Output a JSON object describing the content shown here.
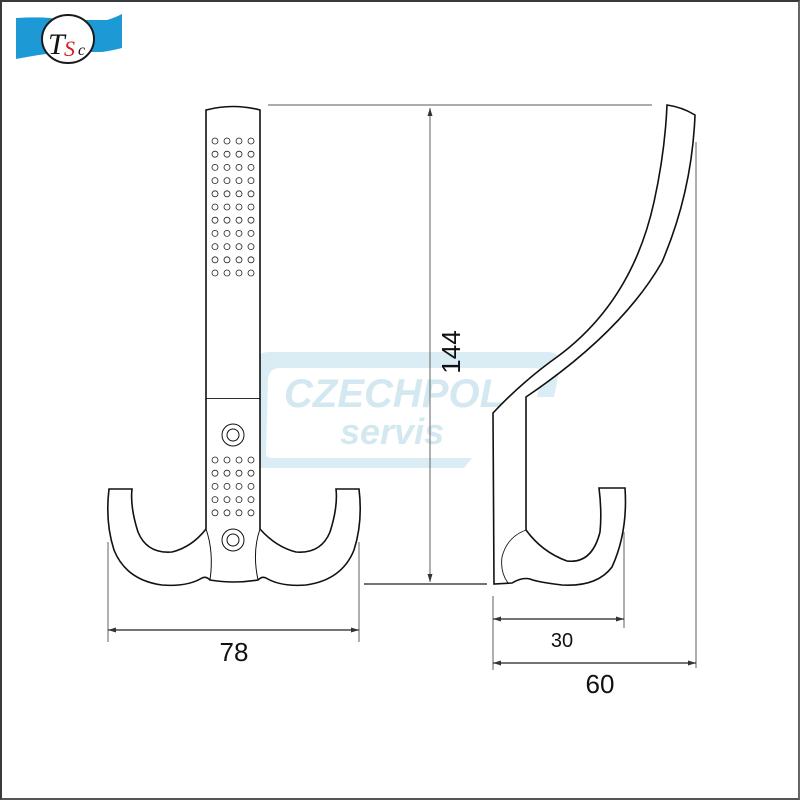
{
  "logo": {
    "letters": [
      "T",
      "S",
      "c"
    ],
    "band_color": "#1d9ad6",
    "ring_color": "#1a1a1a",
    "letter_colors": {
      "T": "#111111",
      "S": "#d4201f",
      "c": "#111111"
    }
  },
  "watermark": {
    "line1": "CZECHPOL",
    "line2": "servis",
    "color": "#cfe6f0"
  },
  "drawing": {
    "front_view": {
      "name": "Front view of double coat hook",
      "dimension_width": "78",
      "dot_rows_upper": 11,
      "dot_rows_lower": 5,
      "dot_columns": 4,
      "screw_holes": 2
    },
    "side_view": {
      "name": "Side view of coat hook",
      "dimension_height": "144",
      "dimension_hook_depth": "30",
      "dimension_total_depth": "60"
    },
    "line_color": "#111111",
    "dim_line_color": "#7a7a7a"
  }
}
